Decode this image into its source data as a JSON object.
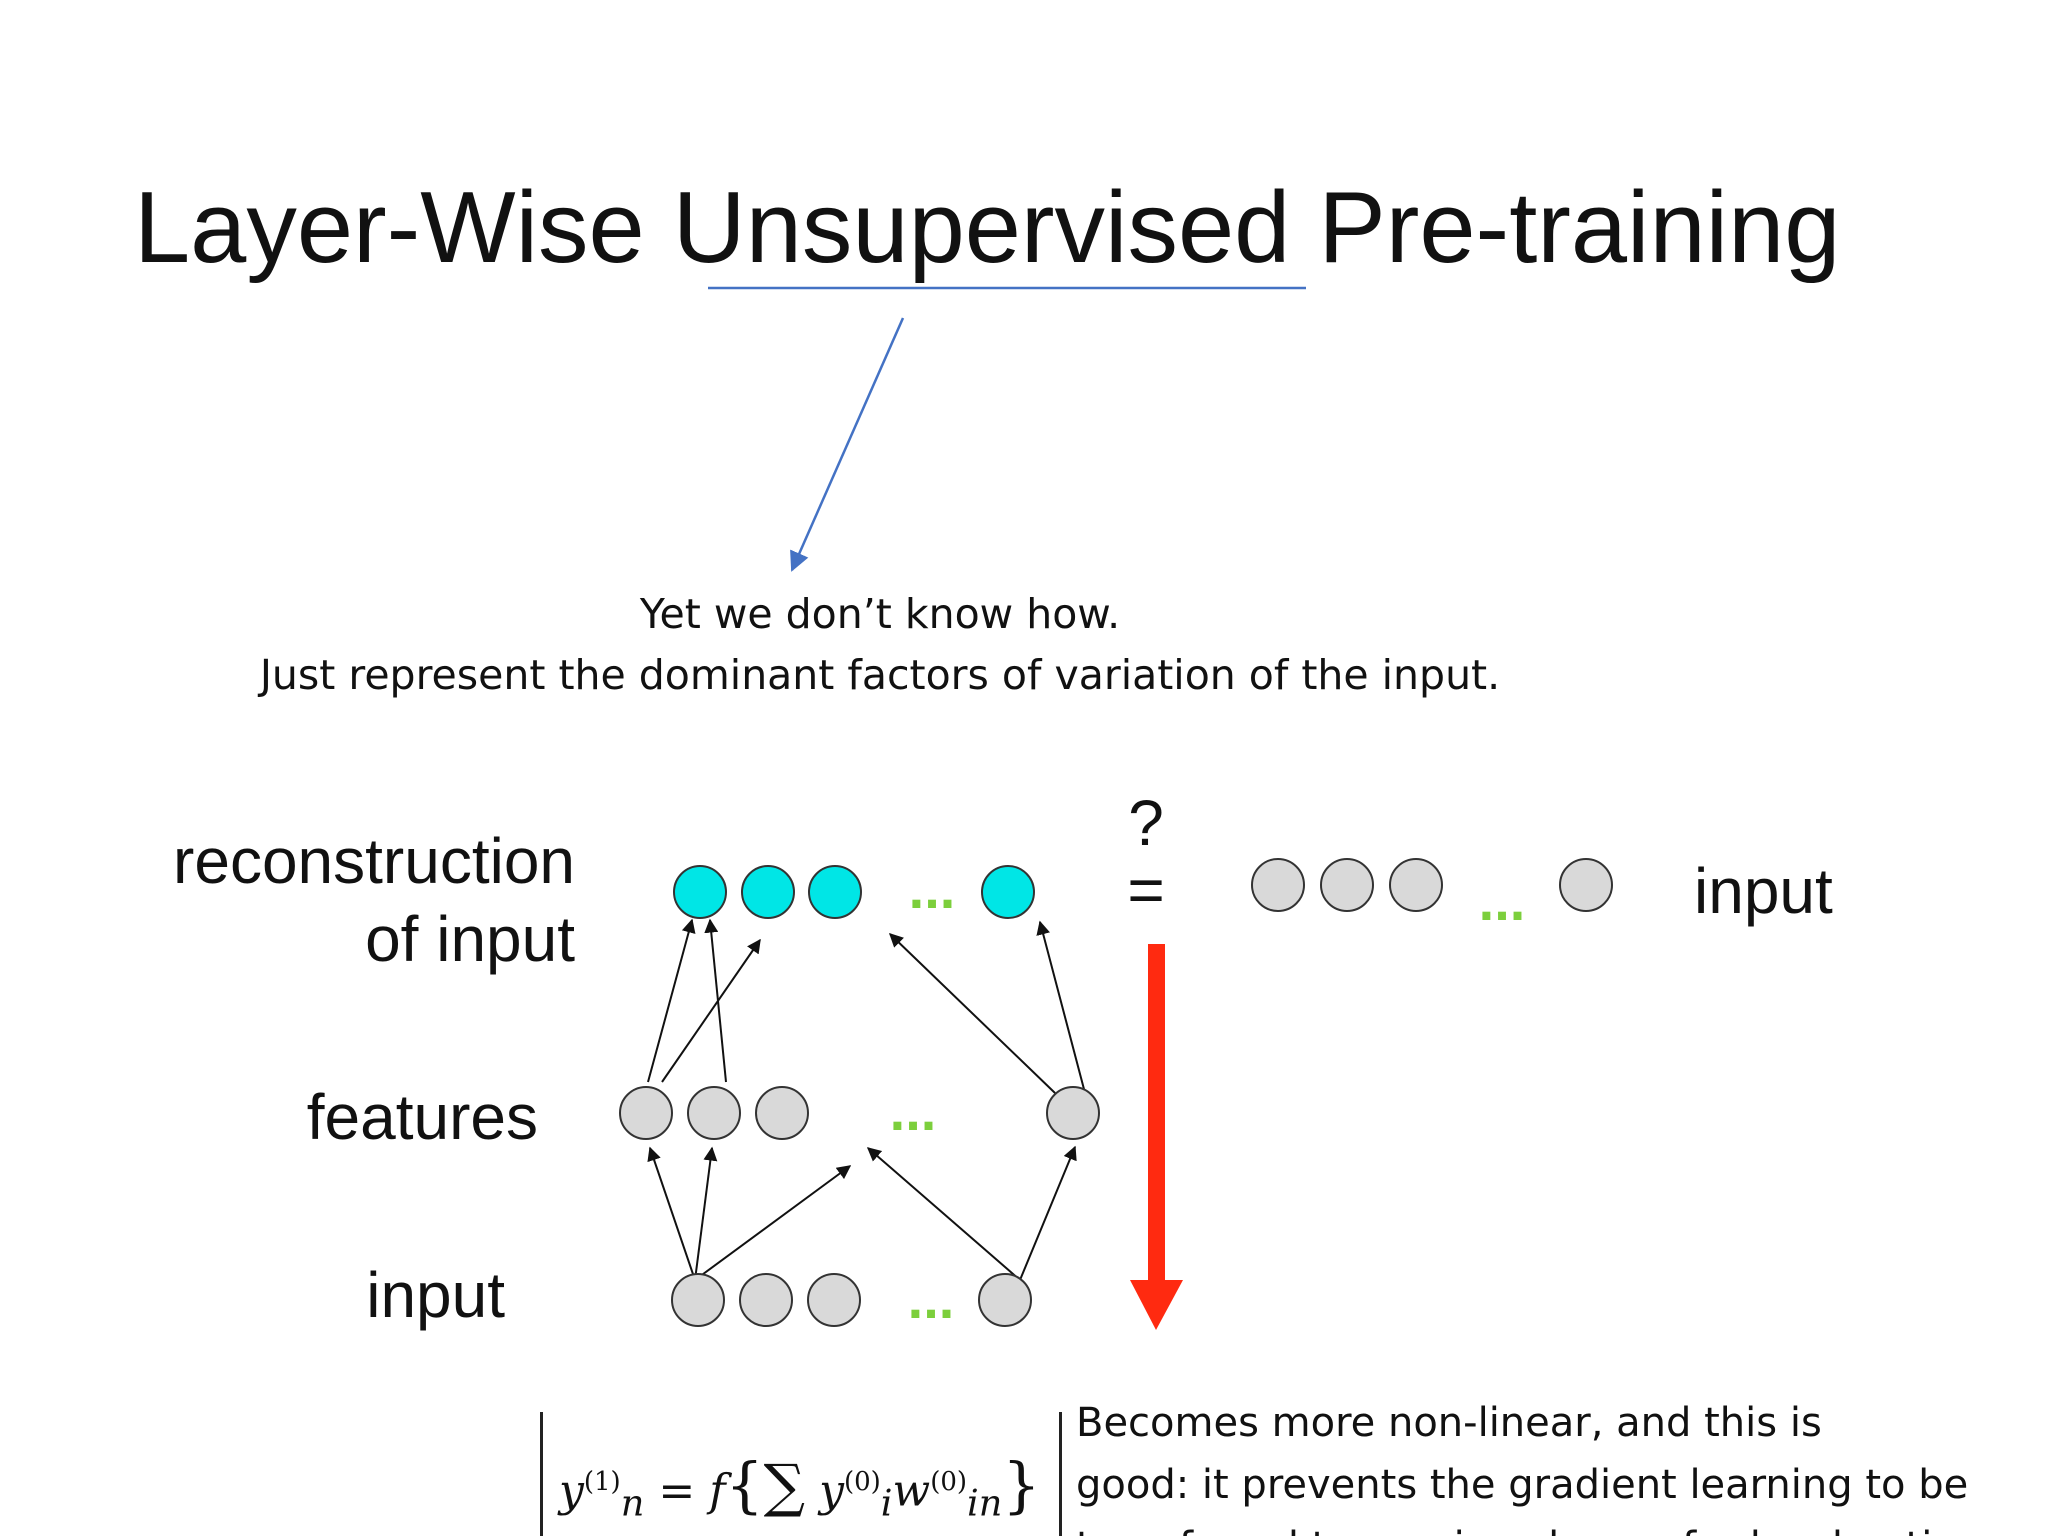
{
  "slide": {
    "title": "Layer-Wise Unsupervised Pre-training",
    "caption_lines": [
      "Yet we don’t know how.",
      "Just represent the dominant factors of variation of the input."
    ]
  },
  "diagram": {
    "row_labels": {
      "reconstruction_line1": "reconstruction",
      "reconstruction_line2": "of input",
      "features": "features",
      "input_left": "input",
      "input_right": "input"
    },
    "ellipsis": "...",
    "question_mark": "?",
    "equals_sign": "=",
    "colors": {
      "reconstruction_node": "#00e6e6",
      "plain_node": "#d9d9d9",
      "node_outline": "#333333",
      "ellipsis": "#7ccf3c",
      "down_arrow": "#ff2a10",
      "pointer_arrow": "#4472c4",
      "underline": "#4472c4"
    }
  },
  "equation": {
    "lhs_var": "y",
    "lhs_sub": "n",
    "lhs_sup": "(1)",
    "equals": "=",
    "func": "f",
    "sum_symbol": "∑",
    "term_var": "y",
    "term_sub": "i",
    "term_sup": "(0)",
    "weight_var": "w",
    "weight_sub": "in",
    "weight_sup": "(0)"
  },
  "comment": {
    "lines": [
      "Becomes more non-linear, and this is",
      "good: it prevents the gradient learning to be",
      "transferred to previous layers for local optima"
    ]
  }
}
